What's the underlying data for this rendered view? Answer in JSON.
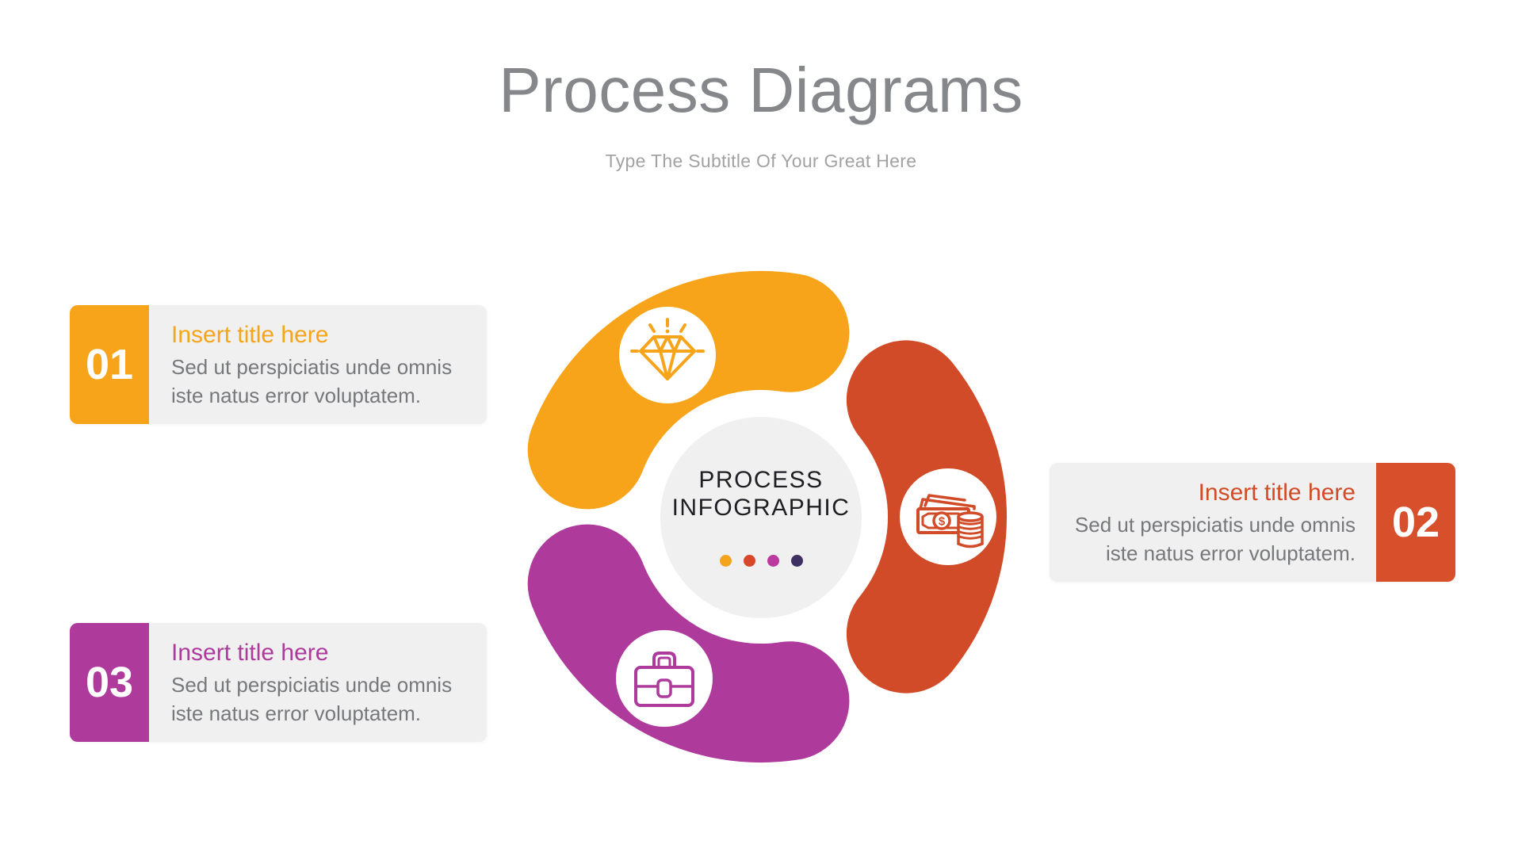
{
  "header": {
    "title": "Process Diagrams",
    "subtitle": "Type The Subtitle Of Your Great Here"
  },
  "center": {
    "line1": "PROCESS",
    "line2": "INFOGRAPHIC",
    "dot_colors": [
      "#F5A41E",
      "#D9472B",
      "#BA3A9E",
      "#3F3064"
    ]
  },
  "diagram": {
    "segments": [
      {
        "step": "01",
        "color": "#F8A41B",
        "icon": "diamond-icon"
      },
      {
        "step": "02",
        "color": "#D14B28",
        "icon": "money-icon"
      },
      {
        "step": "03",
        "color": "#AE3A9C",
        "icon": "briefcase-icon"
      }
    ],
    "dollar_glyph": "$"
  },
  "cards": [
    {
      "number": "01",
      "title": "Insert title here",
      "body_lines": [
        "Sed ut perspiciatis unde omnis",
        "iste natus error voluptatem."
      ]
    },
    {
      "number": "02",
      "title": "Insert title here",
      "body_lines": [
        "Sed ut perspiciatis unde omnis",
        "iste natus error voluptatem."
      ]
    },
    {
      "number": "03",
      "title": "Insert title here",
      "body_lines": [
        "Sed ut perspiciatis unde omnis",
        "iste natus error voluptatem."
      ]
    }
  ],
  "colors": {
    "orange": "#F8A41B",
    "red": "#D14B28",
    "purple": "#AE3A9C",
    "dark_dot": "#3F3064",
    "card_background": "#F0F0F0",
    "center_circle": "#F0F0F1",
    "title_gray": "#85878A",
    "subtitle_gray": "#A2A2A4",
    "body_text": "#77787B"
  }
}
